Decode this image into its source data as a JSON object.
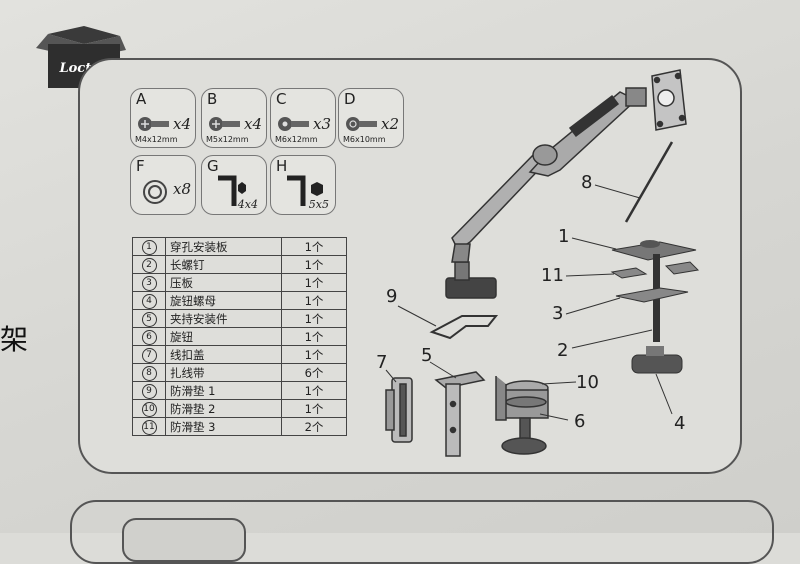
{
  "logo": {
    "brand": "Loctek"
  },
  "side_char": "架",
  "hardware": [
    {
      "letter": "A",
      "qty": "x4",
      "spec": "M4x12mm",
      "icon": "screw-icon"
    },
    {
      "letter": "B",
      "qty": "x4",
      "spec": "M5x12mm",
      "icon": "screw-icon"
    },
    {
      "letter": "C",
      "qty": "x3",
      "spec": "M6x12mm",
      "icon": "screw-icon"
    },
    {
      "letter": "D",
      "qty": "x2",
      "spec": "M6x10mm",
      "icon": "screw-icon"
    },
    {
      "letter": "F",
      "qty": "x8",
      "spec": "",
      "icon": "washer-icon"
    },
    {
      "letter": "G",
      "qty": "4x4",
      "spec": "",
      "icon": "hex-key-icon"
    },
    {
      "letter": "H",
      "qty": "5x5",
      "spec": "",
      "icon": "hex-key-icon"
    }
  ],
  "parts": [
    {
      "num": "1",
      "name": "穿孔安装板",
      "qty": "1个"
    },
    {
      "num": "2",
      "name": "长螺钉",
      "qty": "1个"
    },
    {
      "num": "3",
      "name": "压板",
      "qty": "1个"
    },
    {
      "num": "4",
      "name": "旋钮螺母",
      "qty": "1个"
    },
    {
      "num": "5",
      "name": "夹持安装件",
      "qty": "1个"
    },
    {
      "num": "6",
      "name": "旋钮",
      "qty": "1个"
    },
    {
      "num": "7",
      "name": "线扣盖",
      "qty": "1个"
    },
    {
      "num": "8",
      "name": "扎线带",
      "qty": "6个"
    },
    {
      "num": "9",
      "name": "防滑垫 1",
      "qty": "1个"
    },
    {
      "num": "10",
      "name": "防滑垫 2",
      "qty": "1个"
    },
    {
      "num": "11",
      "name": "防滑垫 3",
      "qty": "2个"
    }
  ],
  "callouts": [
    "1",
    "2",
    "3",
    "4",
    "5",
    "6",
    "7",
    "8",
    "9",
    "10",
    "11"
  ]
}
